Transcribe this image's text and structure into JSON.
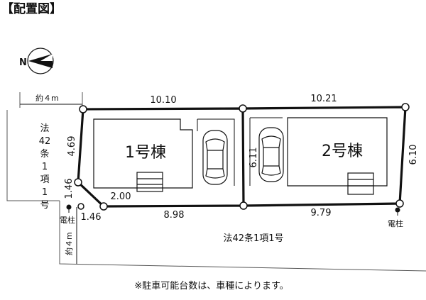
{
  "title": "【配置図】",
  "compass": {
    "north_letter": "N"
  },
  "lots": [
    {
      "label": "1号棟"
    },
    {
      "label": "2号棟"
    }
  ],
  "dimensions": {
    "top_left_width": "10.10",
    "top_right_width": "10.21",
    "bottom_left_width": "8.98",
    "bottom_right_width": "9.79",
    "left_side": "4.69",
    "left_corner_vertical": "1.46",
    "left_corner_horizontal": "1.46",
    "corner_diagonal": "2.00",
    "middle_boundary": "6.11",
    "right_side": "6.10"
  },
  "roads": {
    "top_road_width": "約４m",
    "left_road_label": [
      "法",
      "42",
      "条",
      "1",
      "項",
      "1",
      "号"
    ],
    "left_road_width": "約４m",
    "bottom_road_label": "法42条1項1号"
  },
  "poles": {
    "left": "電柱",
    "right": "電柱"
  },
  "footnote": "※駐車可能台数は、車種によります。"
}
